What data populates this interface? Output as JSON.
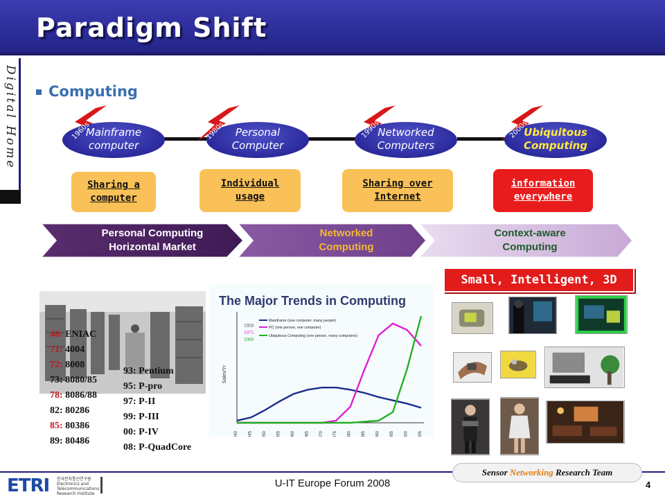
{
  "header": {
    "title": "Paradigm Shift"
  },
  "sidebar": {
    "vertical_text": "Digital Home"
  },
  "bullet": {
    "label": "Computing"
  },
  "timeline": [
    {
      "era": "1960s",
      "label_line1": "Mainframe",
      "label_line2": "computer",
      "callout_line1": "Sharing a",
      "callout_line2": "computer"
    },
    {
      "era": "1980s",
      "label_line1": "Personal",
      "label_line2": "Computer",
      "callout_line1": "Individual",
      "callout_line2": "usage"
    },
    {
      "era": "1990s",
      "label_line1": "Networked",
      "label_line2": "Computers",
      "callout_line1": "Sharing over",
      "callout_line2": "Internet"
    },
    {
      "era": "2000s",
      "label_line1": "Ubiquitous",
      "label_line2": "Computing",
      "callout_line1": "information",
      "callout_line2": "everywhere"
    }
  ],
  "markets": [
    {
      "line1": "Personal Computing",
      "line2": "Horizontal Market"
    },
    {
      "line1": "Networked",
      "line2": "Computing"
    },
    {
      "line1": "Context-aware",
      "line2": "Computing"
    }
  ],
  "processors_left": [
    {
      "year": "46",
      "name": "ENIAC"
    },
    {
      "year": "71",
      "name": "4004"
    },
    {
      "year": "72",
      "name": "8008"
    },
    {
      "year": "73",
      "name": "8080/85"
    },
    {
      "year": "78",
      "name": "8086/88"
    },
    {
      "year": "82",
      "name": "80286"
    },
    {
      "year": "85",
      "name": "80386"
    },
    {
      "year": "89",
      "name": "80486"
    }
  ],
  "processors_right": [
    {
      "year": "93",
      "name": "Pentium"
    },
    {
      "year": "95",
      "name": "P-pro"
    },
    {
      "year": "97",
      "name": "P-II"
    },
    {
      "year": "99",
      "name": "P-III"
    },
    {
      "year": "00",
      "name": "P-IV"
    },
    {
      "year": "08",
      "name": "P-QuadCore"
    }
  ],
  "trend_chart": {
    "title": "The Major Trends in Computing",
    "ylabel": "Sales/Yr",
    "legend": [
      "Mainframe (one computer, many people)",
      "PC (one person, one computer)",
      "Ubiquitous Computing (one person, many computers)"
    ],
    "legend_years": [
      "1950",
      "1975",
      "2000"
    ],
    "x_ticks": [
      "1940",
      "1945",
      "1950",
      "1955",
      "1960",
      "1965",
      "1970",
      "1975",
      "1980",
      "1985",
      "1990",
      "1995",
      "2000",
      "2005"
    ]
  },
  "chart_data": {
    "type": "line",
    "title": "The Major Trends in Computing",
    "ylabel": "Sales/Yr",
    "x": [
      1940,
      1945,
      1950,
      1955,
      1960,
      1965,
      1970,
      1975,
      1980,
      1985,
      1990,
      1995,
      2000,
      2005
    ],
    "series": [
      {
        "name": "Mainframe (one computer, many people)",
        "values": [
          0.02,
          0.05,
          0.12,
          0.2,
          0.27,
          0.31,
          0.33,
          0.33,
          0.31,
          0.28,
          0.24,
          0.21,
          0.18,
          0.14
        ]
      },
      {
        "name": "PC (one person, one computer)",
        "values": [
          0,
          0,
          0,
          0,
          0,
          0,
          0,
          0.02,
          0.15,
          0.5,
          0.82,
          0.93,
          0.87,
          0.72
        ]
      },
      {
        "name": "Ubiquitous Computing (one person, many computers)",
        "values": [
          0,
          0,
          0,
          0,
          0,
          0,
          0,
          0,
          0,
          0.01,
          0.02,
          0.1,
          0.5,
          1.0
        ]
      }
    ],
    "colors": [
      "#1b2b8a",
      "#e020d0",
      "#22b022"
    ]
  },
  "badge": {
    "label": "Small, Intelligent, 3D"
  },
  "footer": {
    "team_word1": "Sensor",
    "team_word2": "Networking",
    "team_word3": "Research Team",
    "forum": "U-IT Europe Forum 2008",
    "page": "4",
    "logo": "ETRI",
    "logo_sub": "한국전자통신연구원 Electronics and Telecommunications Research Institute"
  },
  "colors": {
    "title_bar": "#2e2e9c",
    "accent_blue": "#3a6fb0",
    "callout_orange": "#f9c157",
    "callout_red": "#e81c1c",
    "badge_red": "#e21b1b"
  }
}
